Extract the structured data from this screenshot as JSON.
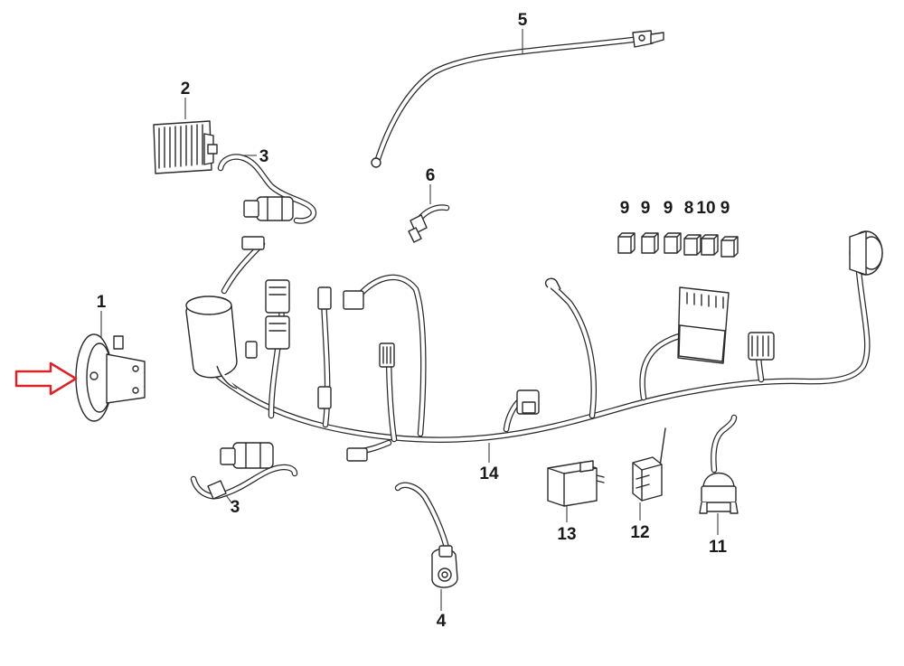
{
  "diagram": {
    "callouts": {
      "c1": "1",
      "c2": "2",
      "c3a": "3",
      "c3b": "3",
      "c4": "4",
      "c5": "5",
      "c6": "6",
      "c8": "8",
      "c9a": "9",
      "c9b": "9",
      "c9c": "9",
      "c9d": "9",
      "c10": "10",
      "c11": "11",
      "c12": "12",
      "c13": "13",
      "c14": "14"
    },
    "colors": {
      "line": "#2a2a2a",
      "arrow": "#d9232a",
      "background": "#ffffff"
    }
  }
}
